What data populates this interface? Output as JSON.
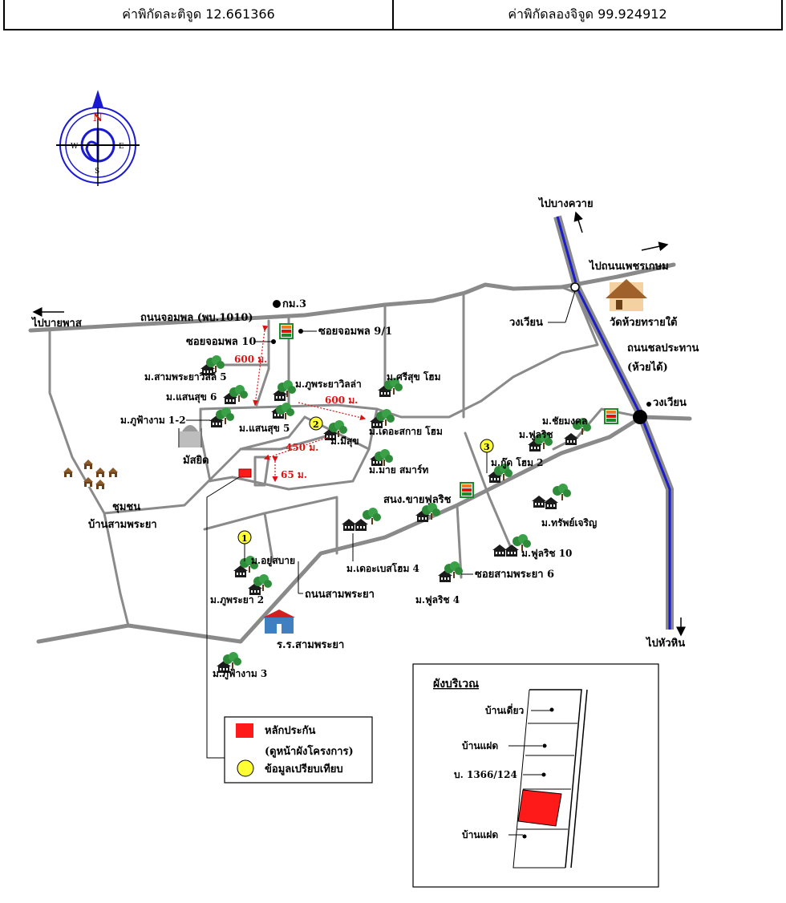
{
  "coordinates": {
    "latitude": "ค่าพิกัดละติจูด 12.661366",
    "longitude": "ค่าพิกัดลองจิจูด 99.924912"
  },
  "compass": {
    "north": "N",
    "south": "S",
    "east": "E",
    "west": "W"
  },
  "directions": {
    "to_bang_khwai": "ไปบางควาย",
    "to_phetkasem": "ไปถนนเพชรเกษม",
    "to_bypass": "ไปบายพาส",
    "to_hua_hin": "ไปหัวหิน"
  },
  "roads": {
    "chompol": "ถนนจอมพล (พบ.1010)",
    "km3": "กม.3",
    "soi_chompol_9_1": "ซอยจอมพล 9/1",
    "soi_chompol_10": "ซอยจอมพล 10",
    "chonprathan": "ถนนชลประทาน",
    "huai_dai": "(ห้วยได้)",
    "sam_phraya_road": "ถนนสามพระยา",
    "soi_sam_phraya_6": "ซอยสามพระยา 6"
  },
  "places": {
    "roundabout_1": "วงเวียน",
    "roundabout_2": "วงเวียน",
    "wat_huai_sai_tai": "วัดห้วยทรายใต้",
    "mosque": "มัสยิด",
    "community_line1": "ชุมชน",
    "community_line2": "บ้านสามพระยา",
    "school": "ร.ร.สามพระยา",
    "sale_office": "สนง.ขายฟูลริช"
  },
  "villages": {
    "sam_phraya_villa_5": "ม.สามพระยาวิลล์ 5",
    "saensuk_6": "ม.แสนสุข 6",
    "phufa_ngam_1_2": "ม.ภูฟ้างาม 1-2",
    "saensuk_5": "ม.แสนสุข 5",
    "phu_phraya_villa": "ม.ภูพระยาวิลล่า",
    "srisuk_home": "ม.ศรีสุข โฮม",
    "mesuk": "ม.มีสุข",
    "the_ok_sakai": "ม.เดอะสกาย โฮม",
    "my_smart": "ม.มาย สมาร์ท",
    "chaimongkol": "ม.ชัยมงคล",
    "fullrich": "ม.ฟูลริช",
    "good_home_2": "ม.กู๊ด โฮม 2",
    "sap_charoen": "ม.ทรัพย์เจริญ",
    "fullrich_10": "ม.ฟูลริช 10",
    "the_best_home_4": "ม.เดอะเบสโฮม 4",
    "fullrich_4": "ม.ฟูลริช 4",
    "yu_sabai": "ม.อยู่สบาย",
    "phu_phraya_2": "ม.ภูพระยา 2",
    "phufa_ngam_3": "ม.ภูฟ้างาม 3"
  },
  "distances": {
    "d600a": "600 ม.",
    "d600b": "600 ม.",
    "d450": "450 ม.",
    "d65": "65 ม."
  },
  "markers": {
    "m1": "1",
    "m2": "2",
    "m3": "3"
  },
  "legend": {
    "collateral": "หลักประกัน",
    "see_project": "(ดูหน้าผังโครงการ)",
    "comparison": "ข้อมูลเปรียบเทียบ"
  },
  "site_plan": {
    "title": "ผังบริเวณ",
    "house_single": "บ้านเดี่ยว",
    "twin_house_1": "บ้านแฝด",
    "address": "บ. 1366/124",
    "twin_house_2": "บ้านแฝด"
  },
  "colors": {
    "road": "#8a8a8a",
    "canal": "#1a1ad0",
    "collateral": "#ff1a1a",
    "comparison": "#ffff33",
    "distance": "#e01010",
    "tree": "#2e8b3a"
  }
}
